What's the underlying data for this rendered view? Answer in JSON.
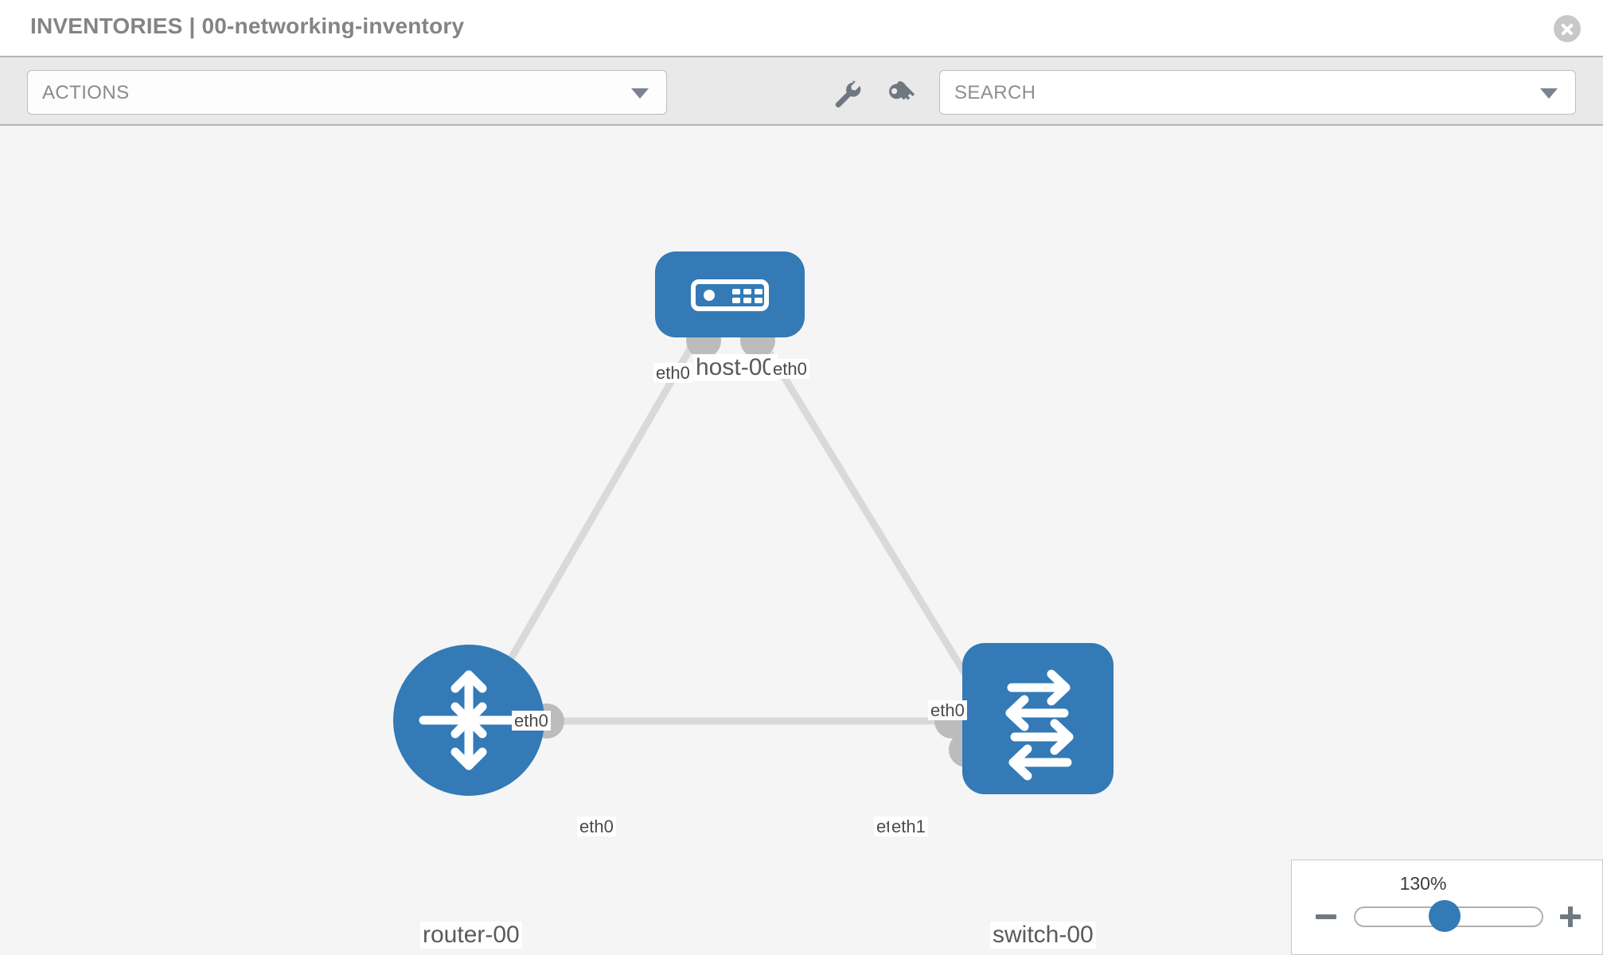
{
  "header": {
    "title": "INVENTORIES | 00-networking-inventory",
    "close_icon": "close-circle-icon"
  },
  "toolbar": {
    "actions_label": "ACTIONS",
    "actions_caret_icon": "chevron-down-icon",
    "wrench_icon": "wrench-icon",
    "key_icon": "key-icon",
    "search_placeholder": "SEARCH",
    "search_value": "SEARCH",
    "search_caret_icon": "chevron-down-icon"
  },
  "topology": {
    "nodes": [
      {
        "id": "host-00",
        "label": "host-00",
        "type": "host",
        "icon": "server-rack-icon",
        "color": "#337ab7",
        "shape": "rounded-rect"
      },
      {
        "id": "router-00",
        "label": "router-00",
        "type": "router",
        "icon": "router-arrows-icon",
        "color": "#337ab7",
        "shape": "circle"
      },
      {
        "id": "switch-00",
        "label": "switch-00",
        "type": "switch",
        "icon": "switch-arrows-icon",
        "color": "#337ab7",
        "shape": "rounded-square"
      }
    ],
    "links": [
      {
        "from": "router-00",
        "to": "host-00",
        "from_iface": "eth0",
        "to_iface": "eth0"
      },
      {
        "from": "host-00",
        "to": "switch-00",
        "from_iface": "eth0",
        "to_iface": "eth0"
      },
      {
        "from": "router-00",
        "to": "switch-00",
        "from_iface": "eth0",
        "to_iface": "eth1"
      }
    ],
    "interface_labels": {
      "host_left": "eth0",
      "host_right": "eth0",
      "router_up": "eth0",
      "switch_up": "eth0",
      "router_right": "eth0",
      "switch_left_under": "eth0",
      "switch_left": "eth1"
    },
    "link_color": "#d7d7d7",
    "canvas_background": "#f5f5f5"
  },
  "zoom_control": {
    "value_label": "130%",
    "minus_icon": "minus-icon",
    "plus_icon": "plus-icon",
    "slider_name": "zoom-slider"
  }
}
